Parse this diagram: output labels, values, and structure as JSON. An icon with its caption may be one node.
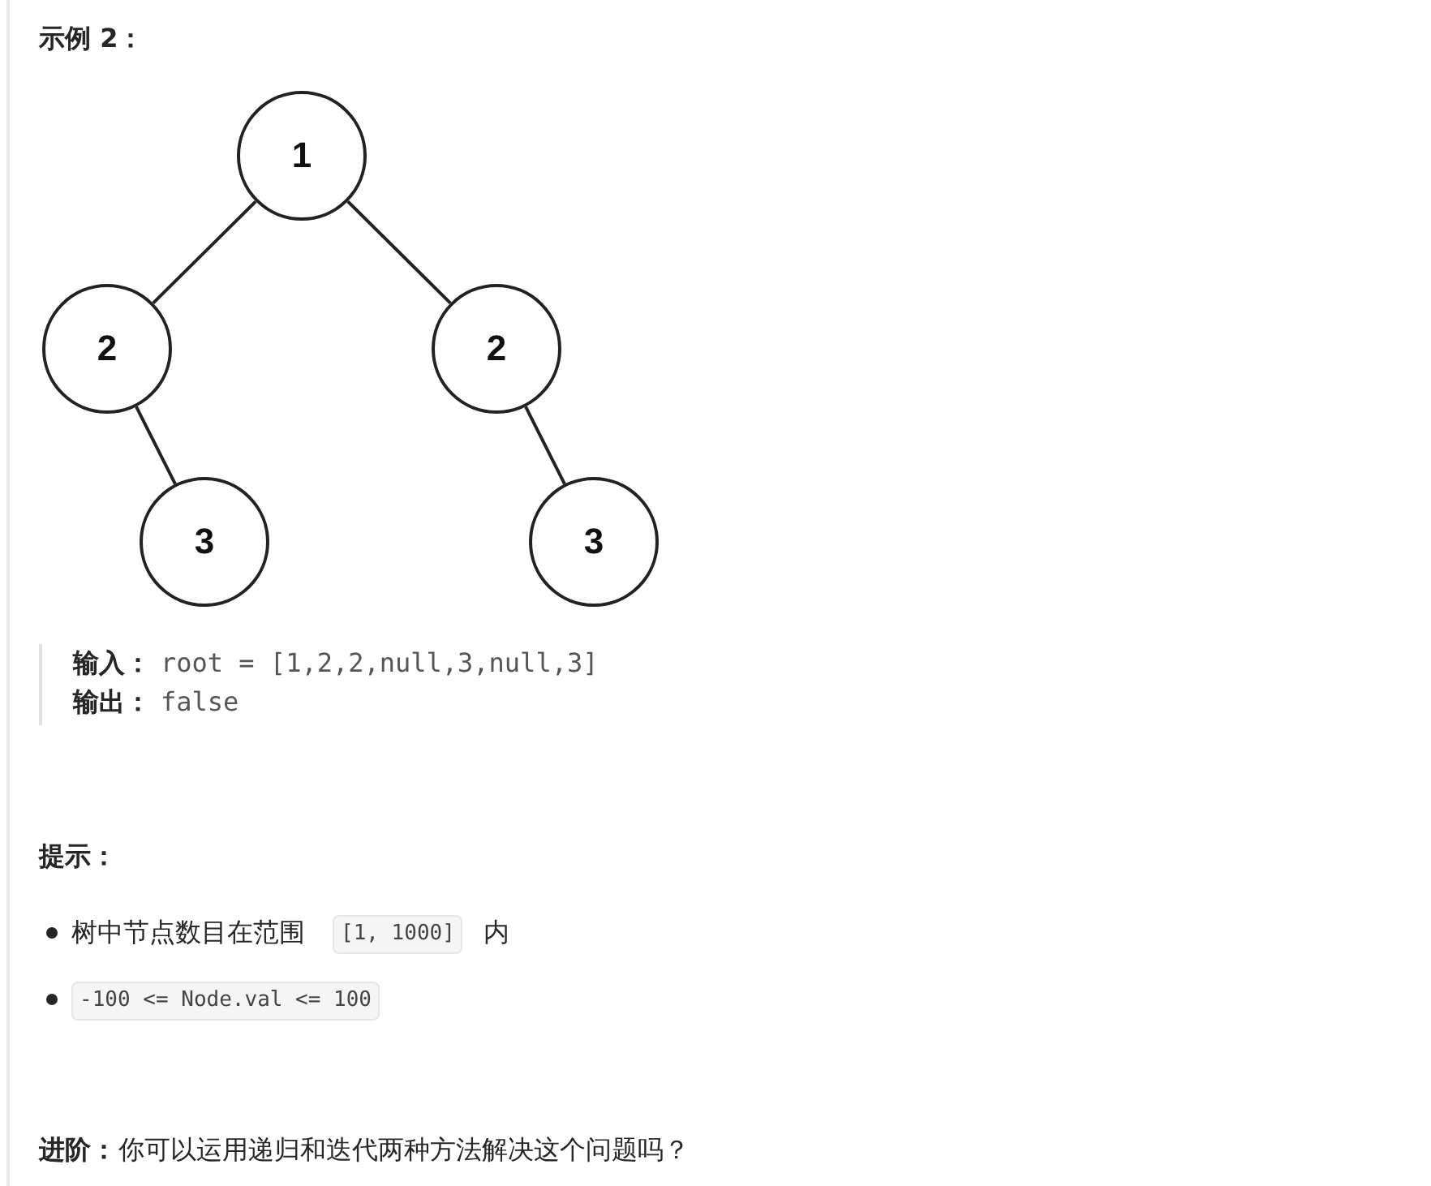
{
  "diagram": {
    "title": "示例 2：",
    "nodes": [
      {
        "text": [
          "1"
        ]
      },
      {
        "text": [
          "2"
        ]
      },
      {
        "text": [
          "2"
        ]
      },
      {
        "text": [
          "3"
        ]
      },
      {
        "text": [
          "3"
        ]
      }
    ],
    "edges": [
      {
        "from": 0,
        "to": 1,
        "arrow": "none"
      },
      {
        "from": 0,
        "to": 2,
        "arrow": "none"
      },
      {
        "from": 1,
        "to": 3,
        "arrow": "none"
      },
      {
        "from": 2,
        "to": 4,
        "arrow": "none"
      }
    ],
    "labels": [
      "输入：",
      "root = [1,2,2,null,3,null,3]",
      "输出：",
      "false",
      "提示：",
      "树中节点数目在范围",
      "[1, 1000]",
      "内",
      "-100 <= Node.val <= 100",
      "进阶：",
      "你可以运用递归和迭代两种方法解决这个问题吗？"
    ]
  }
}
